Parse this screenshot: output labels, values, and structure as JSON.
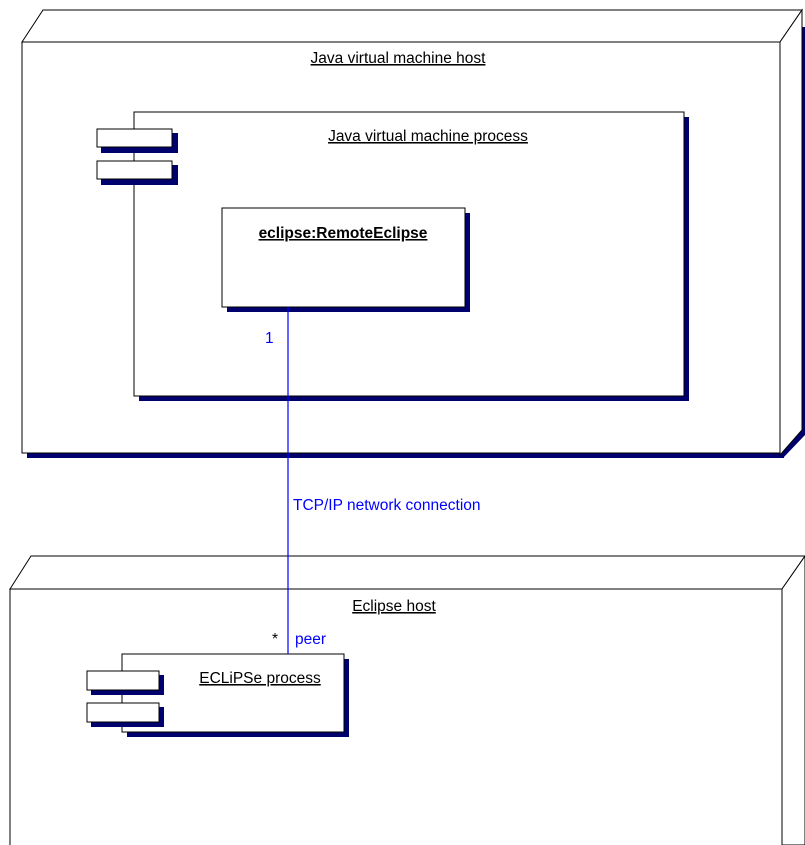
{
  "colors": {
    "stroke": "#000000",
    "shadow": "#00006e",
    "connector": "#0000ff",
    "background": "#ffffff"
  },
  "nodes": {
    "jvm_host": {
      "label": "Java virtual machine host"
    },
    "eclipse_host": {
      "label": "Eclipse host"
    }
  },
  "components": {
    "jvm_process": {
      "label": "Java virtual machine process"
    },
    "eclipse_process": {
      "label": "ECLiPSe process"
    }
  },
  "objects": {
    "remote_eclipse": {
      "label": "eclipse:RemoteEclipse"
    }
  },
  "connection": {
    "label": "TCP/IP network connection",
    "multiplicity_top": "1",
    "multiplicity_bottom": "*",
    "role_bottom": "peer"
  }
}
